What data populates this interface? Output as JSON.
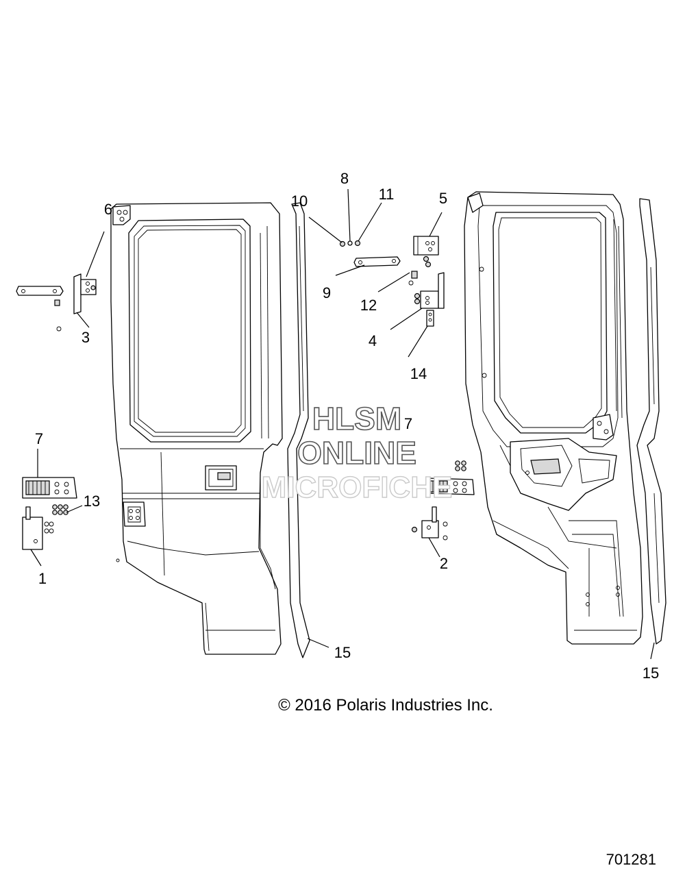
{
  "callouts": [
    {
      "id": "c1",
      "label": "1"
    },
    {
      "id": "c2",
      "label": "2"
    },
    {
      "id": "c3",
      "label": "3"
    },
    {
      "id": "c4",
      "label": "4"
    },
    {
      "id": "c5",
      "label": "5"
    },
    {
      "id": "c6",
      "label": "6"
    },
    {
      "id": "c7a",
      "label": "7"
    },
    {
      "id": "c7b",
      "label": "7"
    },
    {
      "id": "c8",
      "label": "8"
    },
    {
      "id": "c9",
      "label": "9"
    },
    {
      "id": "c10",
      "label": "10"
    },
    {
      "id": "c11",
      "label": "11"
    },
    {
      "id": "c12",
      "label": "12"
    },
    {
      "id": "c13",
      "label": "13"
    },
    {
      "id": "c14",
      "label": "14"
    },
    {
      "id": "c15a",
      "label": "15"
    },
    {
      "id": "c15b",
      "label": "15"
    }
  ],
  "watermark": {
    "line1": "HLSM",
    "line2": "ONLINE",
    "line3": "MICROFICHE"
  },
  "copyright": "© 2016 Polaris Industries Inc.",
  "figure_number": "701281"
}
